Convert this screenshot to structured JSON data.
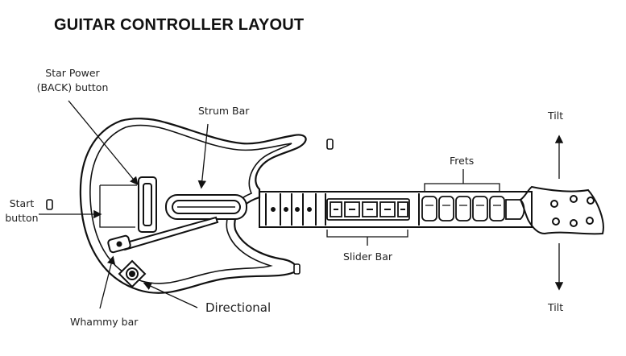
{
  "title": "GUITAR CONTROLLER LAYOUT",
  "labels": {
    "star_power_line1": "Star Power",
    "star_power_line2": "(BACK) button",
    "strum_bar": "Strum Bar",
    "start_line1": "Start",
    "start_line2": "button",
    "frets": "Frets",
    "slider_bar": "Slider Bar",
    "directional": "Directional",
    "whammy_bar": "Whammy bar",
    "tilt_top": "Tilt",
    "tilt_bottom": "Tilt"
  },
  "colors": {
    "line": "#111111",
    "text": "#222222",
    "fill": "#ffffff"
  }
}
